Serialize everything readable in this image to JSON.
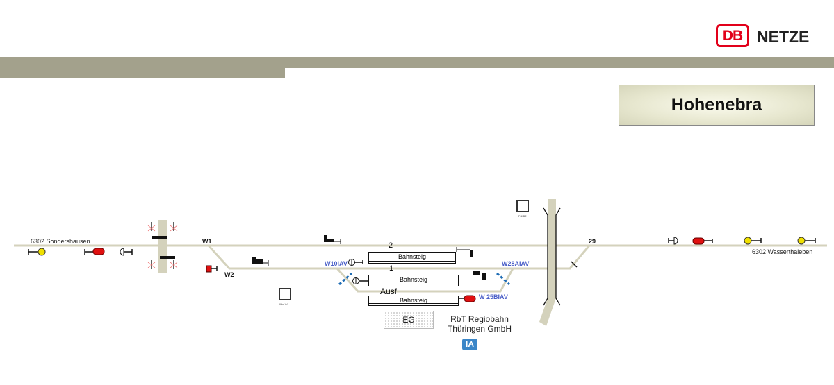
{
  "header": {
    "logo": "DB",
    "brand": "NETZE"
  },
  "station": {
    "name": "Hohenebra"
  },
  "routes": {
    "left": "6302  Sondershausen",
    "right": "6302  Wasserthaleben"
  },
  "switches": {
    "w1": "W1",
    "w2": "W2",
    "w29": "29",
    "w10": "W10IAV",
    "w28": "W28AIAV",
    "w25": "W 25BIAV"
  },
  "tracks": {
    "t2": "2",
    "t1": "1",
    "ausf": "Ausf"
  },
  "platforms": [
    "Bahnsteig",
    "Bahnsteig",
    "Bahnsteig"
  ],
  "buildings": {
    "eg": "EG",
    "ww": "Ww W1",
    "fdl": "Fdl B2"
  },
  "operator": {
    "line1": "RbT Regiobahn",
    "line2": "Thüringen GmbH",
    "badge": "IA"
  },
  "colors": {
    "track": "#d4d2bc",
    "red": "#e01010",
    "yellow": "#f0e000",
    "blue": "#1f6db5"
  }
}
